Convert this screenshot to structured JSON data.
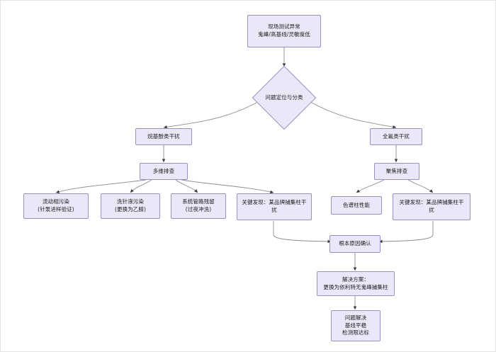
{
  "diagram": {
    "type": "flowchart",
    "title_text": "",
    "background_color": "#ffffff",
    "node_fill_color": "#e8e8f8",
    "node_border_color": "#9a8fc6",
    "edge_color": "#8c8c8c",
    "text_color": "#1b1b1b",
    "nodes": {
      "problem_symptom": "现场测试异常\n鬼峰/高基线/灵敏度低",
      "classification": "问题定位与分类",
      "branch_alkylphenol": "烷基酚类干扰",
      "branch_perfluoro": "全氟类干扰",
      "screen_multidim": "多维排查",
      "screen_focused": "聚焦排查",
      "cause_mobile_phase": "流动相污染\n(针泵进样验证)",
      "cause_wash_solvent": "洗针液污染\n(更换为乙腈)",
      "cause_system_residue": "系统管路残留\n(过夜冲洗)",
      "key_finding_left": "关键发现：某品牌捕集柱干\n扰",
      "cause_column_perf": "色谱柱性能",
      "key_finding_right": "关键发现：某品牌捕集柱干\n扰",
      "root_cause": "根本原因确认",
      "solution": "解决方案：\n更换为依利特无鬼峰捕集柱",
      "outcome": "问题解决\n基线平稳\n检测限达标"
    }
  }
}
